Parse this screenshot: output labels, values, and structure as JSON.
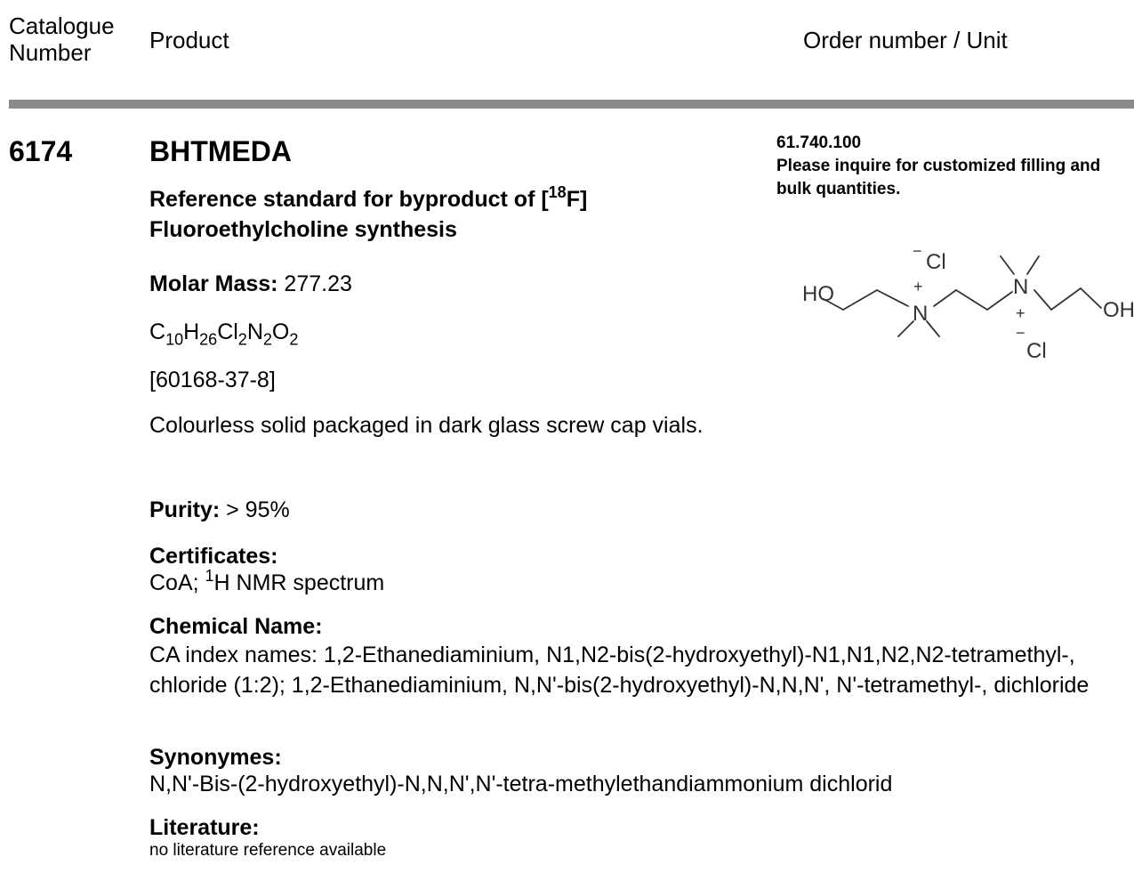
{
  "header": {
    "catalogue_number": "Catalogue Number",
    "product": "Product",
    "order_unit": "Order number / Unit"
  },
  "product": {
    "catalogue_no": "6174",
    "name": "BHTMEDA",
    "reference_pre": "Reference standard for byproduct of [",
    "reference_sup": "18",
    "reference_post": "F] Fluoroethylcholine synthesis",
    "molar_mass_label": "Molar Mass:",
    "molar_mass_value": " 277.23",
    "formula": {
      "c": "C",
      "c_n": "10",
      "h": "H",
      "h_n": "26",
      "cl": "Cl",
      "cl_n": "2",
      "n": "N",
      "n_n": "2",
      "o": "O",
      "o_n": "2"
    },
    "cas": "[60168-37-8]",
    "description": "Colourless solid packaged in dark glass screw cap vials.",
    "purity_label": "Purity:",
    "purity_value": " > 95%",
    "certificates_label": "Certificates:",
    "certificates_pre": "CoA; ",
    "certificates_sup": "1",
    "certificates_post": "H NMR spectrum",
    "chemical_name_label": "Chemical Name:",
    "chemical_name_value": "CA index names: 1,2-Ethanediaminium, N1,N2-bis(2-hydroxyethyl)-N1,N1,N2,N2-tetramethyl-, chloride (1:2); 1,2-Ethanediaminium, N,N'-bis(2-hydroxyethyl)-N,N,N', N'-tetramethyl-, dichloride",
    "synonymes_label": "Synonymes:",
    "synonymes_value": "N,N'-Bis-(2-hydroxyethyl)-N,N,N',N'-tetra-methylethandiammonium dichlorid",
    "literature_label": "Literature:",
    "literature_value": "no literature reference available"
  },
  "order": {
    "number": "61.740.100",
    "note": "Please inquire for customized filling and bulk quantities."
  },
  "structure": {
    "ho": "HO",
    "oh": "OH",
    "n": "N",
    "plus": "+",
    "minus": "−",
    "cl": "Cl"
  }
}
